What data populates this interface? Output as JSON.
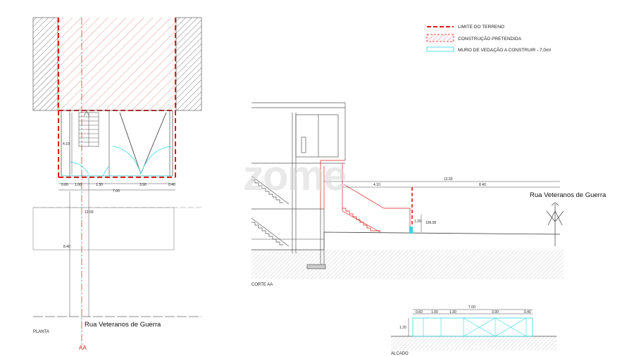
{
  "legend": {
    "items": [
      {
        "label": "LIMITE DO TERRENO",
        "color": "#e01818"
      },
      {
        "label": "CONSTRUÇÃO PRETENDIDA",
        "color": "#e01818"
      },
      {
        "label": "MURO DE VEDAÇÃO A CONSTRUIR - 7,0ml",
        "color": "#30d8e0"
      }
    ]
  },
  "planta": {
    "title": "PLANTA",
    "street": "Rua Veteranos de Guerra",
    "section_marker": "AA",
    "dim_height": "4.10",
    "dims_bottom": [
      "0.60",
      "1.00",
      "1.30",
      "3.90",
      "0.40"
    ],
    "dim_total": "7.00",
    "dim_long_a": "12.50",
    "dim_long_b": "8.40"
  },
  "corte": {
    "title": "CORTE AA",
    "street": "Rua Veteranos de Guerra",
    "dim_total": "12.50",
    "dim_a": "4.10",
    "dim_b": "8.40",
    "dim_wall": "1.20",
    "level": "199,95"
  },
  "alcado": {
    "title": "ALCADO",
    "dims": [
      "0.60",
      "1.00",
      "1.30",
      "3.90",
      "0.40"
    ],
    "dim_total": "7.00",
    "dim_height": "1.20"
  },
  "watermark": "zome",
  "colors": {
    "red": "#e01818",
    "cyan": "#30d8e0",
    "grey": "#555555"
  }
}
